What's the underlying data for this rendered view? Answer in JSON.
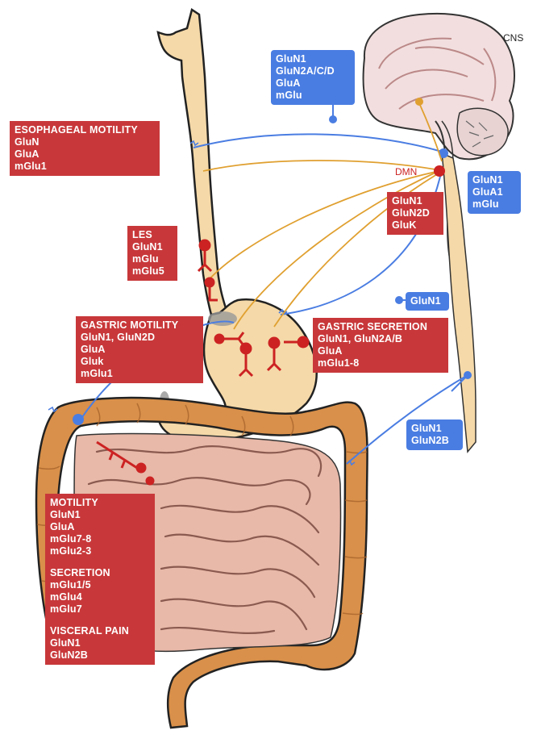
{
  "labels": {
    "cns": "CNS",
    "dmn": "DMN"
  },
  "red_boxes": {
    "esophageal": [
      "ESOPHAGEAL MOTILITY",
      "GluN",
      "GluA",
      "mGlu1"
    ],
    "les": [
      "LES",
      "GluN1",
      "mGlu",
      "mGlu5"
    ],
    "gastric_motility": [
      "GASTRIC MOTILITY",
      "GluN1, GluN2D",
      "GluA",
      "Gluk",
      "mGlu1"
    ],
    "gastric_secretion": [
      "GASTRIC SECRETION",
      "GluN1, GluN2A/B",
      "GluA",
      "mGlu1-8"
    ],
    "dmn_receptors": [
      "GluN1",
      "GluN2D",
      "GluK"
    ],
    "intestine": {
      "motility": [
        "MOTILITY",
        "GluN1",
        "GluA",
        "mGlu7-8",
        "mGlu2-3"
      ],
      "secretion": [
        "SECRETION",
        "mGlu1/5",
        "mGlu4",
        "mGlu7"
      ],
      "visceral_pain": [
        "VISCERAL PAIN",
        "GluN1",
        "GluN2B"
      ]
    }
  },
  "blue_boxes": {
    "top_vagal": [
      "GluN1",
      "GluN2A/C/D",
      "GluA",
      "mGlu"
    ],
    "brainstem": [
      "GluN1",
      "GluA1",
      "mGlu"
    ],
    "spinal_mid": [
      "GluN1"
    ],
    "spinal_low": [
      "GluN1",
      "GluN2B"
    ]
  },
  "colors": {
    "red_box": "#c8383a",
    "blue_box": "#4a7de2",
    "vagal_efferent": "#e0a030",
    "afferent": "#4a7de2",
    "receptor": "#cc2222",
    "gut_wall": "#d9904a",
    "organ_fill": "#f5d9a8"
  }
}
